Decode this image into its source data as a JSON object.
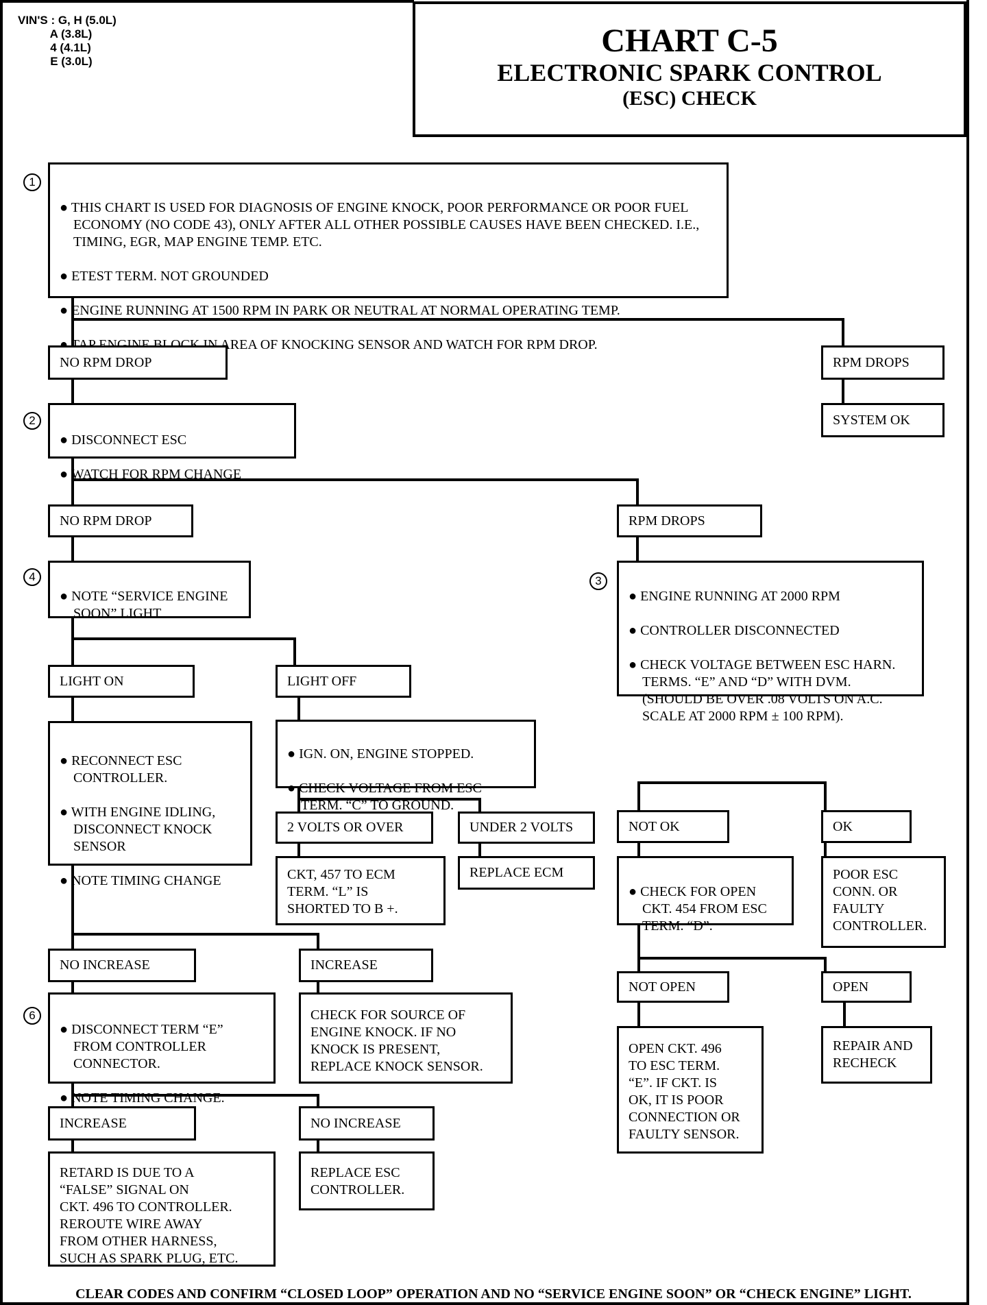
{
  "vins": {
    "label": "VIN'S : G, H (5.0L)",
    "lines": [
      "A (3.8L)",
      "4 (4.1L)",
      "E (3.0L)"
    ]
  },
  "title": {
    "line1": "CHART C-5",
    "line2": "ELECTRONIC SPARK CONTROL",
    "line3": "(ESC) CHECK"
  },
  "steps": {
    "s1": "1",
    "s2": "2",
    "s3": "3",
    "s4": "4",
    "s6": "6"
  },
  "boxes": {
    "b1": [
      "THIS CHART IS USED FOR DIAGNOSIS OF ENGINE KNOCK, POOR PERFORMANCE OR POOR FUEL ECONOMY (NO CODE 43), ONLY AFTER ALL OTHER POSSIBLE CAUSES HAVE BEEN CHECKED. I.E., TIMING, EGR, MAP ENGINE TEMP. ETC.",
      "ETEST TERM. NOT GROUNDED",
      "ENGINE RUNNING AT 1500 RPM IN PARK OR NEUTRAL AT NORMAL OPERATING TEMP.",
      "TAP ENGINE BLOCK IN AREA OF KNOCKING SENSOR AND WATCH FOR RPM DROP."
    ],
    "no_rpm_drop_1": "NO RPM DROP",
    "rpm_drops_1": "RPM DROPS",
    "system_ok": "SYSTEM OK",
    "b2": [
      "DISCONNECT ESC",
      "WATCH FOR RPM CHANGE"
    ],
    "no_rpm_drop_2": "NO RPM DROP",
    "rpm_drops_2": "RPM DROPS",
    "b4": [
      "NOTE “SERVICE ENGINE SOON” LIGHT"
    ],
    "b3": [
      "ENGINE RUNNING AT 2000 RPM",
      "CONTROLLER DISCONNECTED",
      "CHECK VOLTAGE BETWEEN ESC HARN. TERMS. “E” AND “D” WITH DVM. (SHOULD BE OVER .08 VOLTS ON A.C. SCALE AT 2000 RPM ± 100 RPM)."
    ],
    "light_on": "LIGHT ON",
    "light_off": "LIGHT OFF",
    "reconnect": [
      "RECONNECT ESC CONTROLLER.",
      "WITH ENGINE IDLING, DISCONNECT KNOCK SENSOR",
      "NOTE TIMING CHANGE"
    ],
    "ign_on": [
      "IGN. ON, ENGINE STOPPED.",
      "CHECK VOLTAGE FROM ESC TERM. “C” TO GROUND."
    ],
    "two_volts_over": "2 VOLTS OR OVER",
    "under_two_volts": "UNDER 2 VOLTS",
    "ckt457": "CKT, 457 TO ECM\nTERM. “L” IS\nSHORTED TO B +.",
    "replace_ecm": "REPLACE ECM",
    "not_ok": "NOT OK",
    "ok": "OK",
    "check_open": [
      "CHECK FOR OPEN CKT. 454 FROM ESC TERM. “D”."
    ],
    "poor_esc": "POOR ESC\nCONN. OR\nFAULTY\nCONTROLLER.",
    "no_increase_1": "NO INCREASE",
    "increase_1": "INCREASE",
    "not_open": "NOT OPEN",
    "open": "OPEN",
    "b6": [
      "DISCONNECT TERM “E” FROM CONTROLLER CONNECTOR.",
      "NOTE TIMING CHANGE."
    ],
    "check_source": "CHECK FOR SOURCE OF\nENGINE KNOCK. IF NO\nKNOCK IS PRESENT,\nREPLACE KNOCK SENSOR.",
    "open_ckt496": "OPEN CKT. 496\nTO ESC TERM.\n“E”. IF CKT. IS\nOK, IT IS POOR\nCONNECTION OR\nFAULTY SENSOR.",
    "repair": "REPAIR AND\nRECHECK",
    "increase_2": "INCREASE",
    "no_increase_2": "NO INCREASE",
    "retard": "RETARD IS DUE TO A\n“FALSE” SIGNAL ON\nCKT. 496 TO CONTROLLER.\nREROUTE WIRE AWAY\nFROM OTHER HARNESS,\nSUCH AS SPARK PLUG, ETC.",
    "replace_esc": "REPLACE ESC\nCONTROLLER."
  },
  "footer": "CLEAR CODES AND CONFIRM “CLOSED LOOP” OPERATION AND NO “SERVICE ENGINE SOON” OR “CHECK ENGINE” LIGHT."
}
